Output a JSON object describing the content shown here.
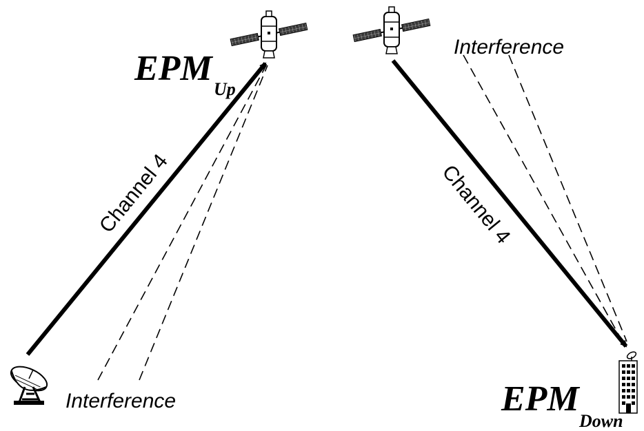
{
  "uplink": {
    "epm_label": "EPM",
    "epm_subscript": "Up",
    "channel_label": "Channel 4",
    "interference_label": "Interference"
  },
  "downlink": {
    "epm_label": "EPM",
    "epm_subscript": "Down",
    "channel_label": "Channel 4",
    "interference_label": "Interference"
  },
  "icons": [
    "satellite-icon",
    "ground-dish-icon",
    "building-icon"
  ],
  "colors": {
    "ink": "#000000",
    "background": "#ffffff",
    "solar_panel": "#2a2a2a"
  }
}
